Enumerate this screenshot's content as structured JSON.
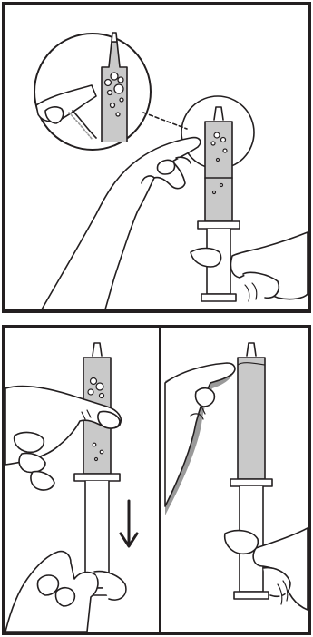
{
  "colors": {
    "border": "#231f20",
    "stroke": "#231f20",
    "liquid": "#c9c9c9",
    "skin": "#ffffff",
    "shadow": "#9a9a9a"
  },
  "figure": {
    "panels": [
      {
        "id": "top",
        "description_icon": "syringe-air-bubbles-magnified"
      },
      {
        "id": "bottom-left",
        "description_icon": "syringe-tap-and-pull-plunger"
      },
      {
        "id": "bottom-right",
        "description_icon": "syringe-bubbles-removed"
      }
    ],
    "arrow_direction": "down"
  }
}
